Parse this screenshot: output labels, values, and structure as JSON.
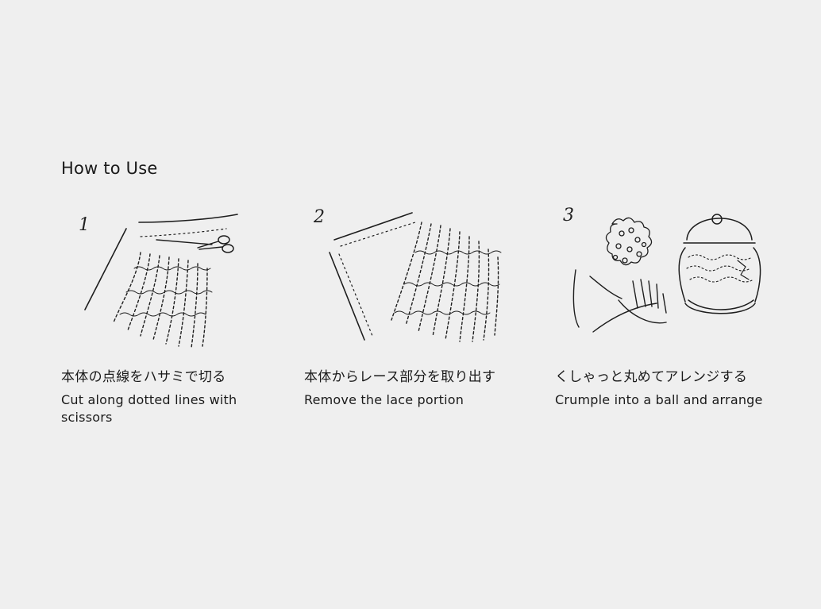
{
  "title": "How to Use",
  "steps": [
    {
      "number": "1",
      "jp": "本体の点線をハサミで切る",
      "en": "Cut along dotted lines with scissors"
    },
    {
      "number": "2",
      "jp": "本体からレース部分を取り出す",
      "en": "Remove the lace portion"
    },
    {
      "number": "3",
      "jp": "くしゃっと丸めてアレンジする",
      "en": "Crumple into a ball and arrange"
    }
  ]
}
